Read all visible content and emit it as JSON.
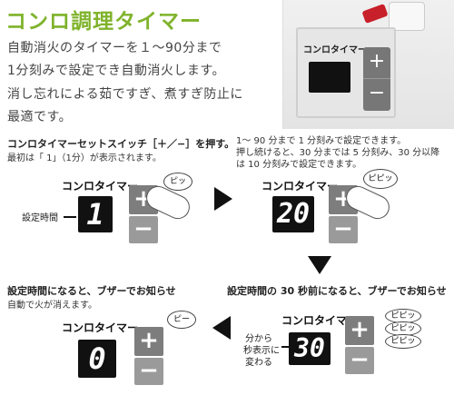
{
  "title": "コンロ調理タイマー",
  "intro": [
    "自動消火のタイマーを１〜90分まで",
    "1分刻みで設定でき自動消火します。",
    "消し忘れによる茹ですぎ、煮すぎ防止に",
    "最適です。"
  ],
  "photo": {
    "panel_label": "コンロタイマー",
    "plus": "+",
    "minus": "−"
  },
  "steps": {
    "step1": {
      "heading": "コンロタイマーセットスイッチ［＋／−］を押す。",
      "sub": "最初は「 1」（1分）が表示されます。"
    },
    "step2": {
      "line1": "1〜 90 分まで 1 分刻みで設定できます。",
      "line2": "押し続けると、30 分までは 5 分刻み、30 分以降",
      "line3": "は 10 分刻みで設定できます。"
    },
    "step3": {
      "heading": "設定時間の 30 秒前になると、ブザーでお知らせ"
    },
    "step4": {
      "heading": "設定時間になると、ブザーでお知らせ",
      "sub": "自動で火が消えます。"
    }
  },
  "widgets": {
    "w1": {
      "label": "コンロタイマー",
      "display": "1",
      "bubble": "ピッ",
      "side_label": "設定時間"
    },
    "w2": {
      "label": "コンロタイマー",
      "display": "20",
      "bubble": "ピピッ"
    },
    "w3": {
      "label": "コンロタイマー",
      "display": "30",
      "bubble1": "ピピッ",
      "bubble2": "ピピッ",
      "bubble3": "ピピッ",
      "side1": "分から",
      "side2": "秒表示に",
      "side3": "変わる"
    },
    "w4": {
      "label": "コンロタイマー",
      "display": "0",
      "bubble": "ピー"
    }
  },
  "buttons": {
    "plus": "+",
    "minus": "−"
  },
  "colors": {
    "title": "#7fb32b",
    "display_bg": "#111111",
    "button_gray": "#8a8a8a",
    "knob_red": "#c8202a"
  }
}
